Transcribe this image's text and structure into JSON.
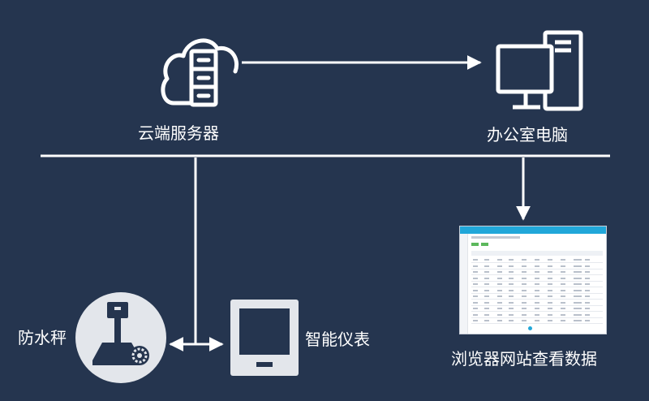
{
  "nodes": {
    "cloud_server": {
      "label": "云端服务器",
      "icon": "cloud-server-icon"
    },
    "office_pc": {
      "label": "办公室电脑",
      "icon": "desktop-computer-icon"
    },
    "scale": {
      "label": "防水秤",
      "icon": "scale-icon"
    },
    "meter": {
      "label": "智能仪表",
      "icon": "tablet-meter-icon"
    },
    "browser_view": {
      "label": "浏览器网站查看数据",
      "icon": "web-table-screenshot"
    }
  },
  "colors": {
    "background": "#25354f",
    "line": "#ffffff",
    "screenshot_accent": "#21a7d9"
  },
  "connections": [
    {
      "from": "cloud_server",
      "to": "office_pc",
      "arrow": "one-way"
    },
    {
      "from": "bus",
      "to": "browser_view",
      "arrow": "one-way"
    },
    {
      "from": "scale",
      "to": "meter",
      "arrow": "two-way"
    },
    {
      "from": "bus",
      "to": "scale-meter-link",
      "arrow": "none"
    }
  ]
}
